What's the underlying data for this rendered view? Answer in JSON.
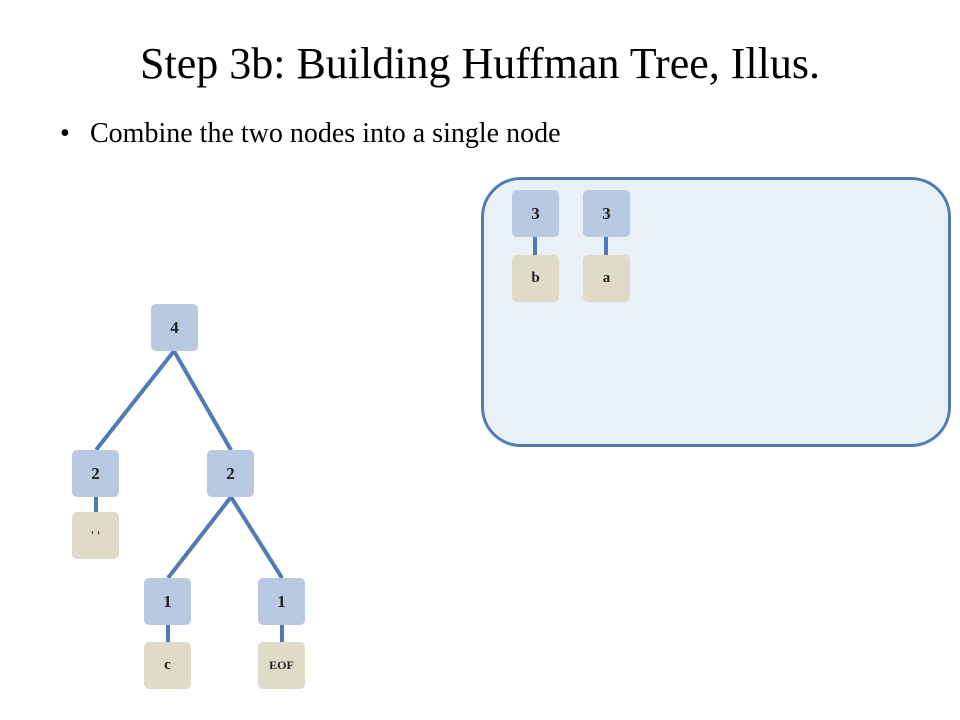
{
  "slide": {
    "title": "Step 3b: Building Huffman Tree, Illus.",
    "bullet_symbol": "•",
    "bullet_text": "Combine the two nodes into a single node"
  },
  "queue": {
    "nodes": [
      {
        "weight": "3",
        "symbol": "b"
      },
      {
        "weight": "3",
        "symbol": "a"
      }
    ]
  },
  "tree": {
    "root": {
      "weight": "4"
    },
    "left": {
      "weight": "2",
      "symbol": "' '"
    },
    "right": {
      "weight": "2"
    },
    "right_left": {
      "weight": "1",
      "symbol": "c"
    },
    "right_right": {
      "weight": "1",
      "symbol": "EOF"
    }
  },
  "colors": {
    "weight_node": "#b8c9e1",
    "symbol_node": "#e0dbc9",
    "edge": "#4f7ab4",
    "queue_fill": "#eaf0f8",
    "queue_border": "#4f7ab4"
  }
}
